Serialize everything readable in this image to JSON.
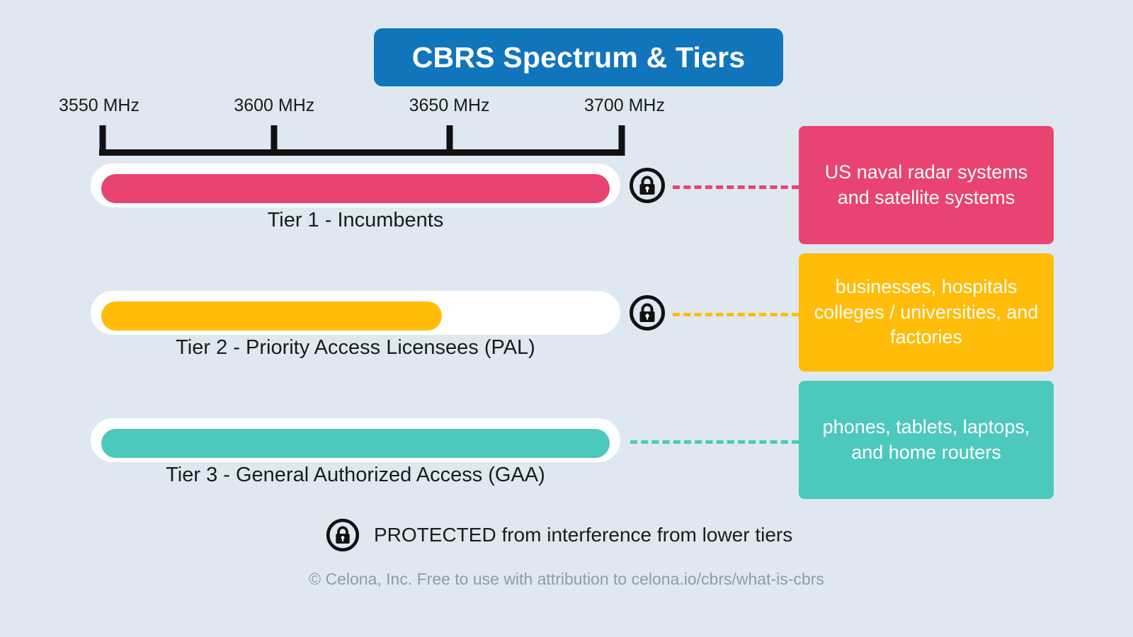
{
  "title": "CBRS Spectrum & Tiers",
  "colors": {
    "background": "#dfe8f1",
    "title_blue": "#1175bc",
    "tier1_pink": "#e94372",
    "tier2_yellow": "#ffbc09",
    "tier3_teal": "#4cc9bc",
    "track_white": "#ffffff",
    "axis_black": "#111111",
    "footer_gray": "#8d9bab"
  },
  "axis": {
    "unit": "MHz",
    "ticks": [
      {
        "label": "3550 MHz",
        "value": 3550,
        "pos_pct": 0
      },
      {
        "label": "3600 MHz",
        "value": 3600,
        "pos_pct": 33.33
      },
      {
        "label": "3650 MHz",
        "value": 3650,
        "pos_pct": 66.66
      },
      {
        "label": "3700 MHz",
        "value": 3700,
        "pos_pct": 100
      }
    ]
  },
  "tiers": [
    {
      "caption": "Tier 1 - Incumbents",
      "fill_pct": 100,
      "color": "#e94372",
      "protected": true,
      "lock_icon": "lock-icon",
      "callout": "US naval radar systems and satellite systems",
      "callout_lines": [
        "US naval radar",
        "systems and",
        "satellite systems"
      ]
    },
    {
      "caption": "Tier 2 - Priority Access Licensees (PAL)",
      "fill_pct": 67,
      "color": "#ffbc09",
      "protected": true,
      "lock_icon": "lock-icon",
      "callout": "businesses, hospitals colleges / universities, and factories",
      "callout_lines": [
        "businesses, hospitals",
        "colleges / universities,",
        "and factories"
      ]
    },
    {
      "caption": "Tier 3 - General Authorized Access (GAA)",
      "fill_pct": 100,
      "color": "#4cc9bc",
      "protected": false,
      "lock_icon": null,
      "callout": "phones, tablets, laptops, and home routers",
      "callout_lines": [
        "phones, tablets,",
        "laptops, and",
        "home routers"
      ]
    }
  ],
  "legend": {
    "icon": "lock-icon",
    "text": "PROTECTED from interference from lower tiers"
  },
  "footer": {
    "text": "© Celona, Inc. Free to use with attribution to celona.io/cbrs/what-is-cbrs"
  }
}
